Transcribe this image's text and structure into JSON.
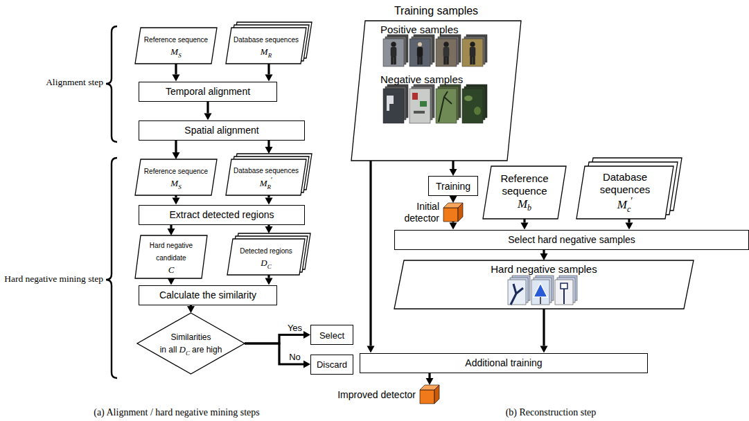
{
  "diagram": {
    "nodes": [
      {
        "text": [
          "Reference sequence",
          "M",
          "S"
        ]
      },
      {
        "text": [
          "Database sequences",
          "M",
          "R"
        ]
      },
      {
        "text": [
          "Temporal alignment"
        ]
      },
      {
        "text": [
          "Spatial alignment"
        ]
      },
      {
        "text": [
          "Reference sequence",
          "M",
          "S"
        ]
      },
      {
        "text": [
          "Database sequences",
          "M",
          "R",
          "′"
        ]
      },
      {
        "text": [
          "Extract detected regions"
        ]
      },
      {
        "text": [
          "Hard negative candidate",
          "C"
        ]
      },
      {
        "text": [
          "Detected regions",
          "D",
          "C"
        ]
      },
      {
        "text": [
          "Calculate the similarity"
        ]
      },
      {
        "text": [
          "Similarities",
          "in all",
          "D",
          "C",
          "are high"
        ]
      },
      {
        "text": [
          "Select"
        ]
      },
      {
        "text": [
          "Discard"
        ]
      },
      {
        "text": [
          "Training samples",
          "Positive samples",
          "Negative samples"
        ]
      },
      {
        "text": [
          "Training"
        ]
      },
      {
        "text": [
          "Initial detector"
        ]
      },
      {
        "text": [
          "Reference sequence",
          "M",
          "b"
        ]
      },
      {
        "text": [
          "Database sequences",
          "M",
          "c",
          "′"
        ]
      },
      {
        "text": [
          "Select hard negative samples"
        ]
      },
      {
        "text": [
          "Hard negative samples"
        ]
      },
      {
        "text": [
          "Additional training"
        ]
      },
      {
        "text": [
          "Improved detector"
        ]
      }
    ],
    "edges": [
      {
        "from": 0,
        "to": 2,
        "arrow": "to"
      },
      {
        "from": 1,
        "to": 2,
        "arrow": "to"
      },
      {
        "from": 2,
        "to": 3,
        "arrow": "to"
      },
      {
        "from": 3,
        "to": 4,
        "arrow": "to"
      },
      {
        "from": 3,
        "to": 5,
        "arrow": "to"
      },
      {
        "from": 4,
        "to": 6,
        "arrow": "to"
      },
      {
        "from": 5,
        "to": 6,
        "arrow": "to"
      },
      {
        "from": 6,
        "to": 7,
        "arrow": "to"
      },
      {
        "from": 6,
        "to": 8,
        "arrow": "to"
      },
      {
        "from": 7,
        "to": 9,
        "arrow": "to"
      },
      {
        "from": 8,
        "to": 9,
        "arrow": "to"
      },
      {
        "from": 9,
        "to": 10,
        "arrow": "to"
      },
      {
        "from": 10,
        "to": 11,
        "label": "Yes",
        "arrow": "to"
      },
      {
        "from": 10,
        "to": 12,
        "label": "No",
        "arrow": "to"
      },
      {
        "from": 13,
        "to": 14,
        "arrow": "to"
      },
      {
        "from": 13,
        "to": 20,
        "arrow": "to"
      },
      {
        "from": 14,
        "to": 15,
        "arrow": "to"
      },
      {
        "from": 15,
        "to": 18,
        "arrow": "to"
      },
      {
        "from": 16,
        "to": 18,
        "arrow": "to"
      },
      {
        "from": 17,
        "to": 18,
        "arrow": "to"
      },
      {
        "from": 18,
        "to": 19,
        "arrow": "to"
      },
      {
        "from": 19,
        "to": 20,
        "arrow": "to"
      },
      {
        "from": 20,
        "to": 21,
        "arrow": "to"
      }
    ],
    "labels": [
      "Alignment step",
      "Hard negative mining step",
      "(a) Alignment / hard negative mining steps",
      "(b) Reconstruction step"
    ]
  }
}
